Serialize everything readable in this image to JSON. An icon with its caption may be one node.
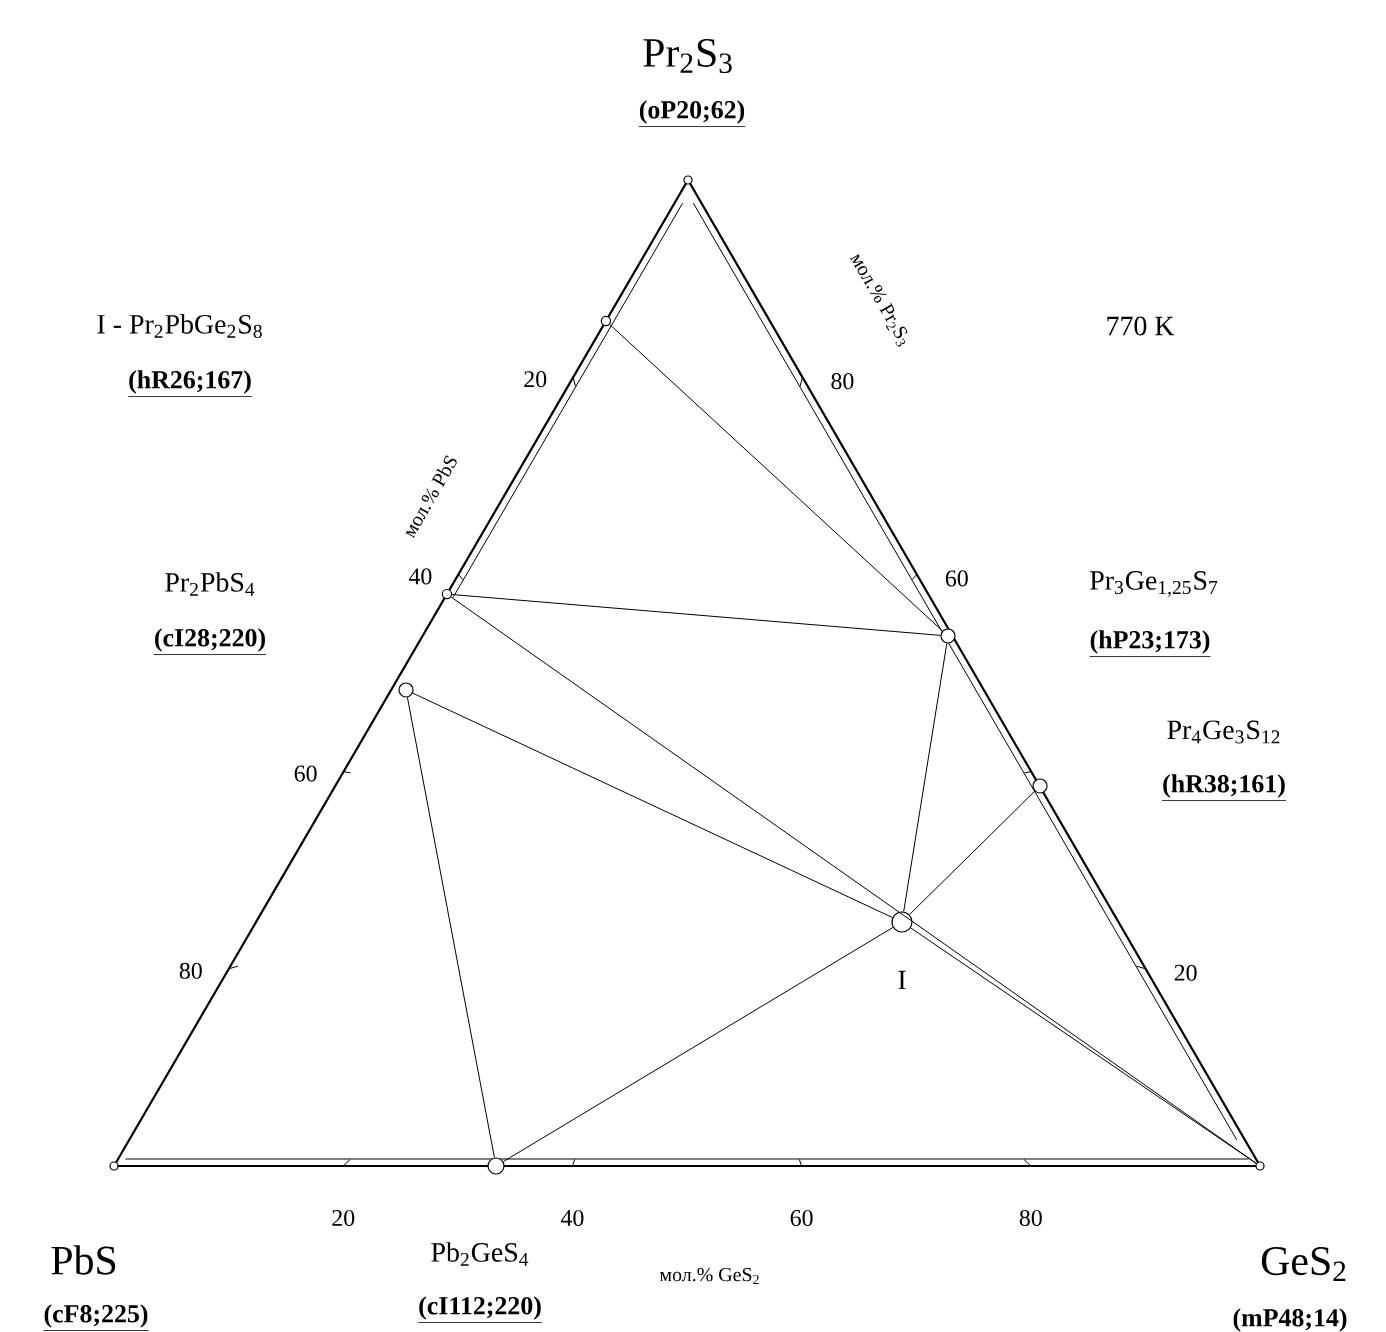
{
  "diagram": {
    "nodes": [
      {
        "text": [
          "Pr$_{2}$S$_{3}$",
          "(oP20;62)"
        ]
      },
      {
        "text": [],
        "shape": "circle"
      },
      {
        "text": [],
        "shape": "circle"
      },
      {
        "text": [
          "Pr$_{3}$Ge$_{1,25}$S$_{7}$",
          "(hP23;173)"
        ]
      },
      {
        "text": [
          "Pr$_{2}$PbS$_{4}$",
          "(cI28;220)"
        ]
      },
      {
        "text": [
          "Pr$_{4}$Ge$_{3}$S$_{12}$",
          "(hR38;161)"
        ]
      },
      {
        "text": [
          "I"
        ]
      },
      {
        "text": [
          "PbS",
          "(cF8;225)"
        ]
      },
      {
        "text": [
          "Pb$_{2}$GeS$_{4}$",
          "(cI112;220)"
        ]
      },
      {
        "text": [
          "GeS$_{2}$",
          "(mP48;14)"
        ]
      }
    ],
    "edges": [
      {
        "from": 1,
        "to": 3,
        "arrow": "none"
      },
      {
        "from": 2,
        "to": 3,
        "arrow": "none"
      },
      {
        "from": 2,
        "to": 9,
        "arrow": "none"
      },
      {
        "from": 4,
        "to": 6,
        "arrow": "none"
      },
      {
        "from": 4,
        "to": 8,
        "arrow": "none"
      },
      {
        "from": 8,
        "to": 6,
        "arrow": "none"
      },
      {
        "from": 6,
        "to": 3,
        "arrow": "none"
      },
      {
        "from": 6,
        "to": 5,
        "arrow": "none"
      },
      {
        "from": 6,
        "to": 9,
        "arrow": "none"
      }
    ],
    "labels": [
      "I - Pr$_{2}$PbGe$_{2}$S$_{8}$",
      "(hR26;167)",
      "770 K",
      "мол.% Pr$_{2}$S$_{3}$",
      "мол.% PbS",
      "20",
      "80",
      "40",
      "60",
      "60",
      "80",
      "20",
      "20",
      "40",
      "60",
      "80",
      "мол.% GeS$_{2}$"
    ]
  }
}
